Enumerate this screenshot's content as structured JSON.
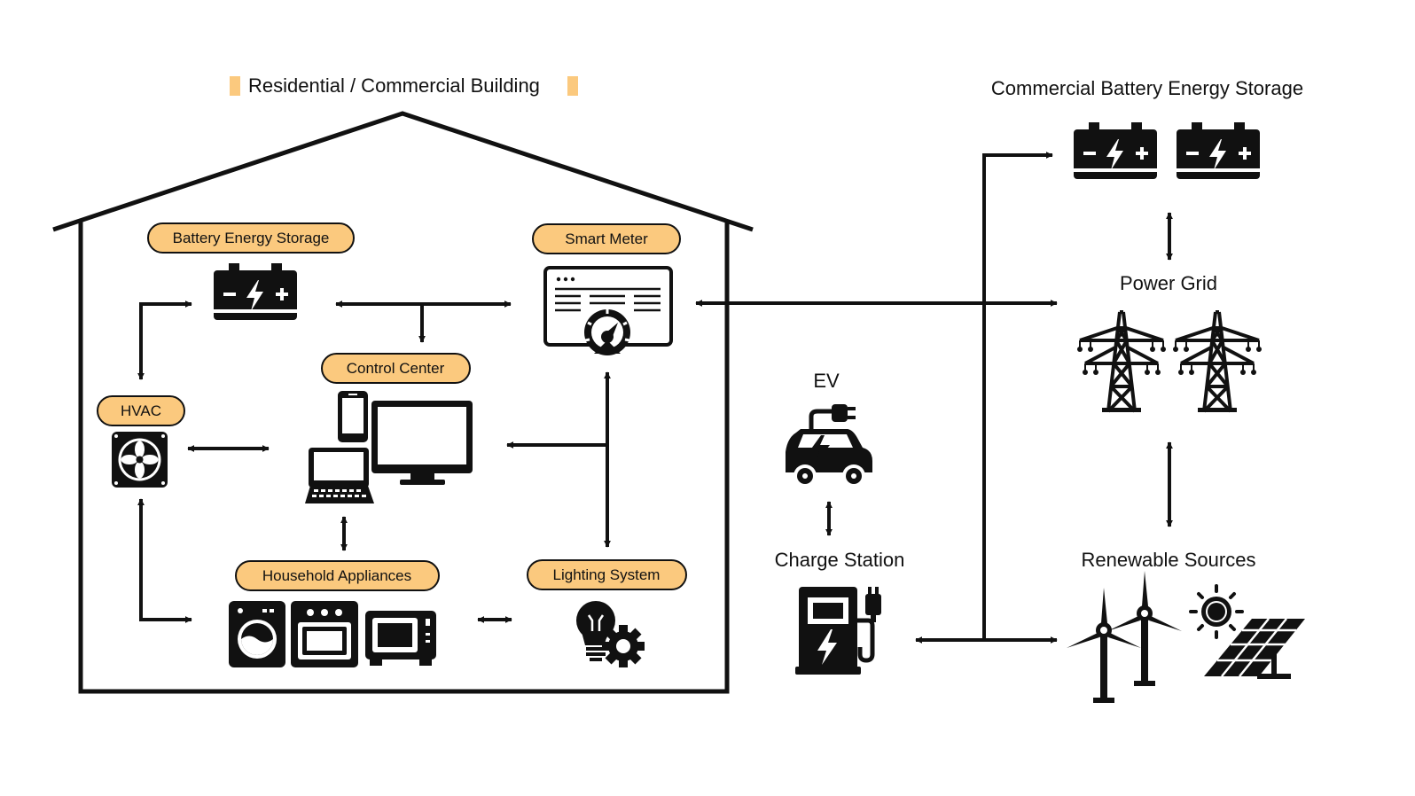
{
  "colors": {
    "accent": "#FBC97E",
    "ink": "#111111",
    "background": "#FFFFFF"
  },
  "building": {
    "title": "Residential / Commercial Building"
  },
  "nodes": {
    "battery": "Battery Energy Storage",
    "smart_meter": "Smart Meter",
    "control_center": "Control Center",
    "hvac": "HVAC",
    "appliances": "Household Appliances",
    "lighting": "Lighting System"
  },
  "external": {
    "commercial_battery": "Commercial Battery Energy Storage",
    "power_grid": "Power Grid",
    "ev": "EV",
    "charge_station": "Charge Station",
    "renewables": "Renewable Sources"
  },
  "icons": [
    "battery-icon",
    "smart-meter-icon",
    "devices-icon",
    "fan-icon",
    "appliances-icon",
    "lightbulb-gear-icon",
    "transmission-tower-icon",
    "electric-car-icon",
    "charging-station-icon",
    "wind-turbine-icon",
    "sun-icon",
    "solar-panel-icon"
  ]
}
